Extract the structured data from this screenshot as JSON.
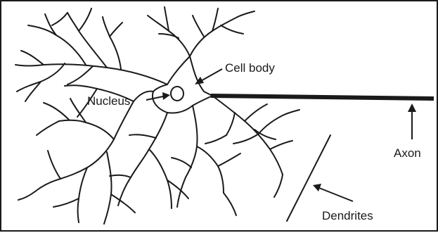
{
  "labels": {
    "cell_body": "Cell body",
    "nucleus": "Nucleus",
    "axon": "Axon",
    "dendrites": "Dendrites"
  },
  "colors": {
    "ink": "#1a1a1a",
    "background": "#ffffff"
  }
}
